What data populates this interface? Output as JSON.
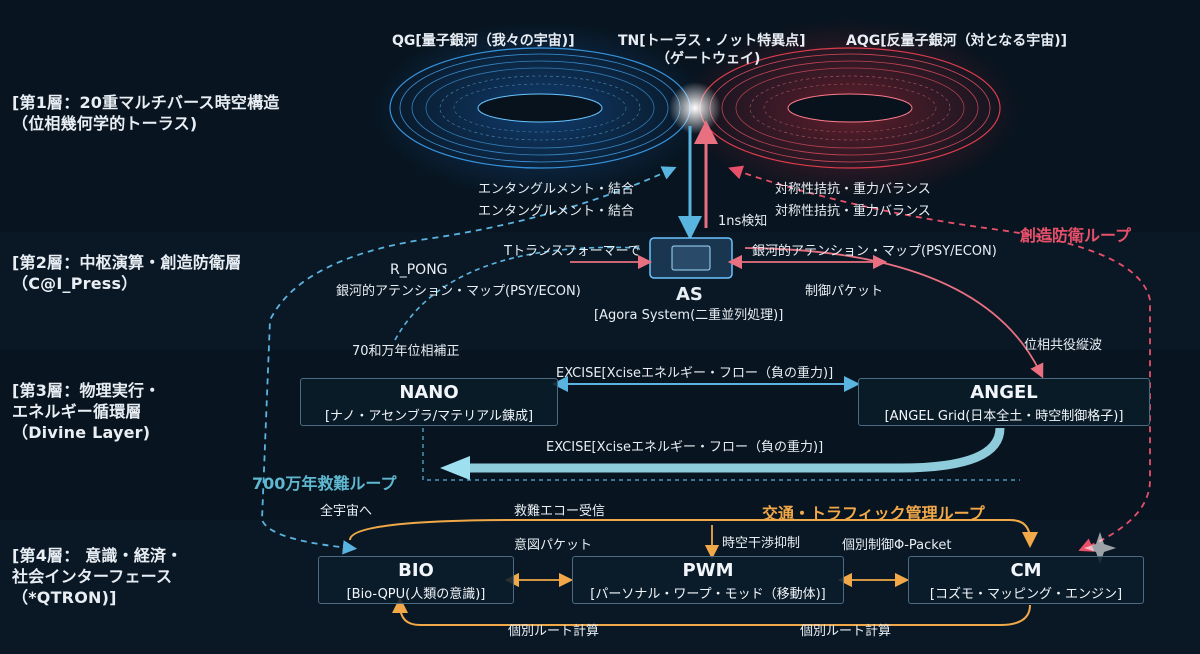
{
  "layers": [
    {
      "line1": "[第1層：20重マルチバース時空構造",
      "line2": "（位相幾何学的トーラス)"
    },
    {
      "line1": "[第2層：中枢演算・創造防衛層",
      "line2": "（C@I_Press）"
    },
    {
      "line1": "[第3層：物理実行・",
      "line2": "エネルギー循環層",
      "line3": "（Divine Layer)"
    },
    {
      "line1": "[第4層： 意識・経済・",
      "line2": "社会インターフェース",
      "line3": "（*QTRON)]"
    }
  ],
  "torus": {
    "qg": "QG[量子銀河（我々の宇宙)]",
    "tn_line1": "TN[トーラス・ノット特異点]",
    "tn_line2": "（ゲートウェイ)",
    "aqg": "AQG[反量子銀河（対となる宇宙)]"
  },
  "labels": {
    "entangle1": "エンタングルメント・結合",
    "entangle2": "エンタングルメント・結合",
    "symmetry1": "対称性拮抗・重力バランス",
    "symmetry2": "対称性拮抗・重力バランス",
    "detect": "1ns検知",
    "transformer": "Tトランスフォーマーで",
    "galaxy_attention_right": "銀河的アテンション・マップ(PSY/ECON)",
    "galaxy_attention_left": "銀河的アテンション・マップ(PSY/ECON)",
    "r_pong": "R_PONG",
    "control_packet": "制御パケット",
    "phase_correct": "70和万年位相補正",
    "phase_wave": "位相共役縦波",
    "excise_top": "EXCISE[Xciseエネルギー・フロー（負の重力)]",
    "excise_bottom": "EXCISE[Xciseエネルギー・フロー（負の重力)]",
    "to_universe": "全宇宙へ",
    "rescue_echo": "救難エコー受信",
    "intent_packet": "意図パケット",
    "spacetime_suppress": "時空干渉抑制",
    "individual_control": "個別制御Φ-Packet",
    "route_calc1": "個別ルート計算",
    "route_calc2": "個別ルート計算"
  },
  "loops": {
    "creation_defense": "創造防衛ループ",
    "rescue_700": "700万年救難ループ",
    "traffic": "交通・トラフィック管理ループ"
  },
  "nodes": {
    "as": {
      "title": "AS",
      "subtitle": "[Agora System(二重並列処理)]"
    },
    "nano": {
      "title": "NANO",
      "subtitle": "[ナノ・アセンブラ/マテリアル錬成]"
    },
    "angel": {
      "title": "ANGEL",
      "subtitle": "[ANGEL Grid(日本全土・時空制御格子)]"
    },
    "bio": {
      "title": "BIO",
      "subtitle": "[Bio-QPU(人類の意識)]"
    },
    "pwm": {
      "title": "PWM",
      "subtitle": "[パーソナル・ワープ・モッド（移動体)]"
    },
    "cm": {
      "title": "CM",
      "subtitle": "[コズモ・マッピング・エンジン]"
    }
  },
  "colors": {
    "blue": "#38a8f0",
    "red": "#f04a5a",
    "teal": "#5fb8d0",
    "orange": "#f0a848",
    "loop_red": "#e8506a"
  }
}
